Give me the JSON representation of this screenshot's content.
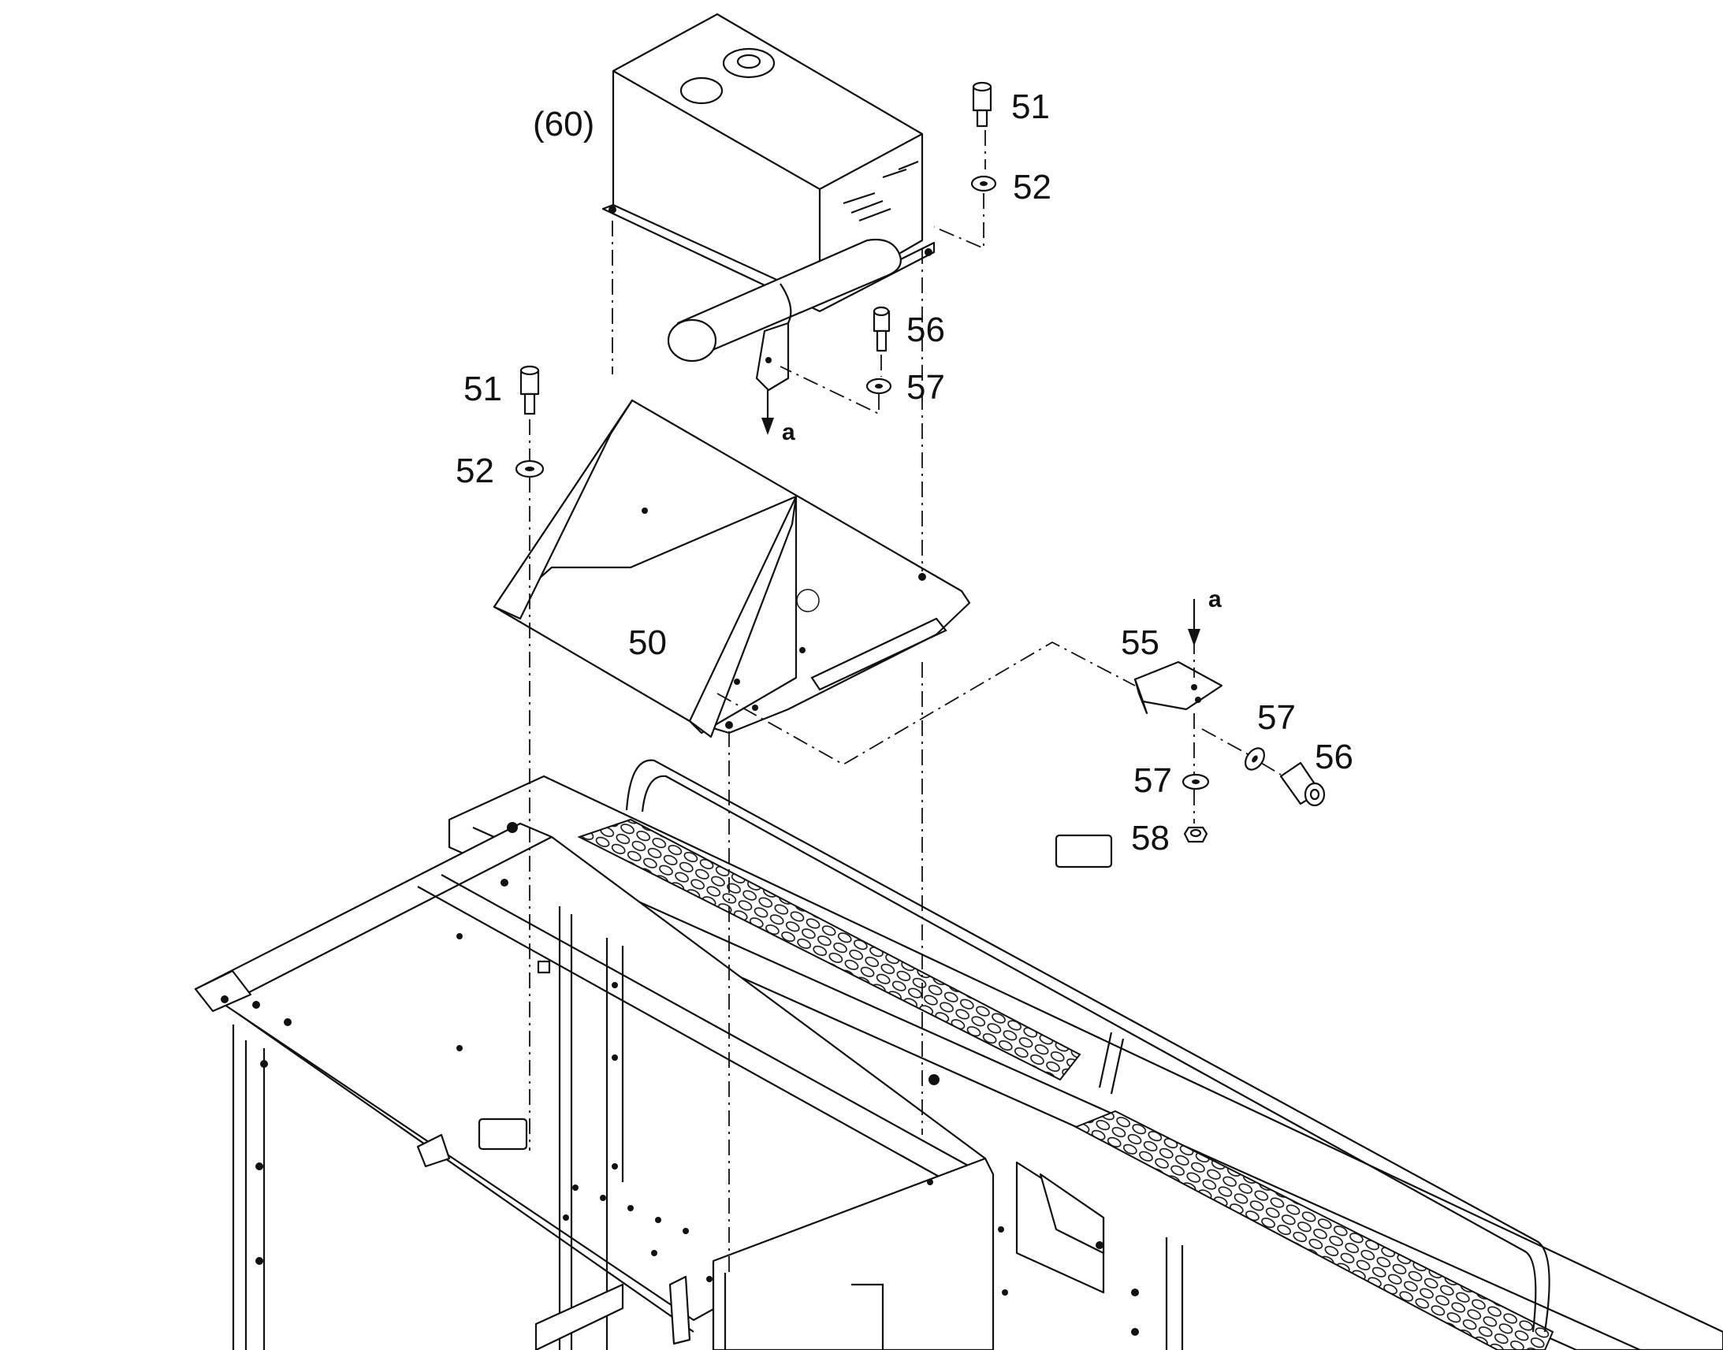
{
  "diagram": {
    "callouts": {
      "tank": "(60)",
      "bolt_top_right": "51",
      "washer_top_right": "52",
      "bolt_mid_right": "56",
      "washer_mid_right": "57",
      "bolt_left": "51",
      "washer_left": "52",
      "bracket": "50",
      "clip": "55",
      "washer_clip_right": "57",
      "bolt_clip_right": "56",
      "washer_clip_bottom": "57",
      "nut_clip_bottom": "58"
    },
    "arrow_labels": {
      "detail_from": "a",
      "detail_to": "a"
    }
  }
}
